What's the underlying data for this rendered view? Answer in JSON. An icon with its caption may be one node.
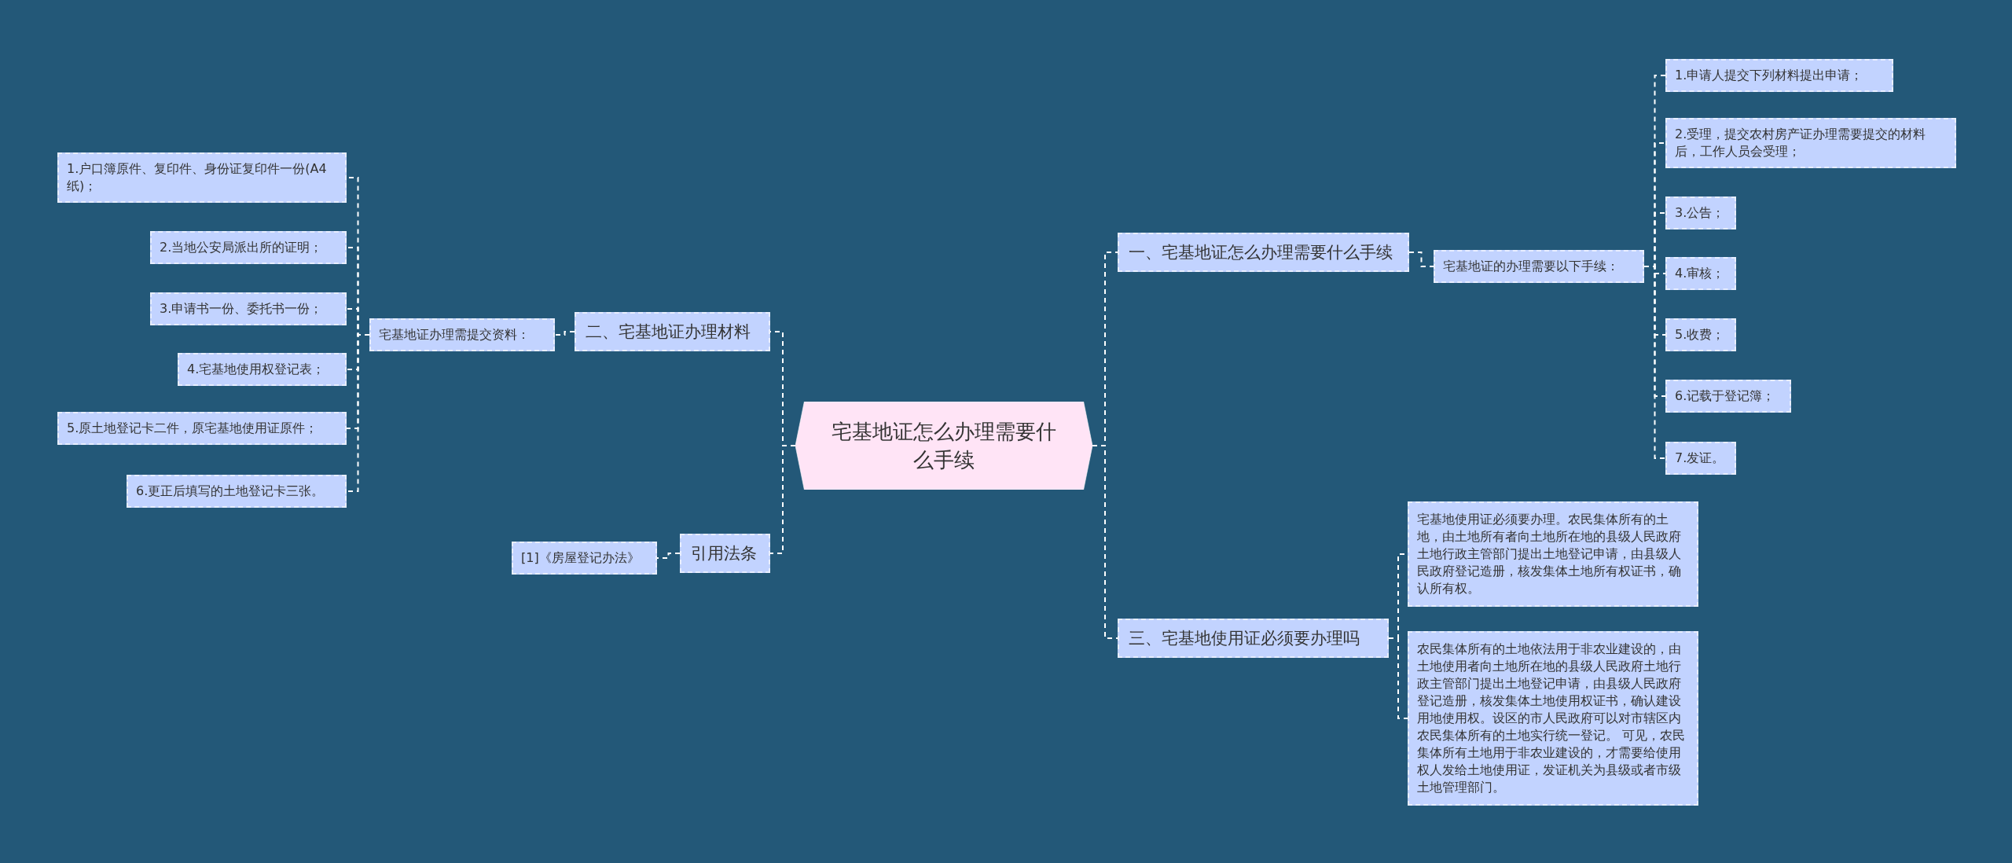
{
  "diagram": {
    "nodes": [
      {
        "text": [
          "宅基地证怎么办理需要什么手续"
        ]
      },
      {
        "text": [
          "一、宅基地证怎么办理需要什么手续"
        ]
      },
      {
        "text": [
          "宅基地证的办理需要以下手续："
        ]
      },
      {
        "text": [
          "1.申请人提交下列材料提出申请；"
        ]
      },
      {
        "text": [
          "2.受理，提交农村房产证办理需要提交的材料后，工作人员会受理；"
        ]
      },
      {
        "text": [
          "3.公告；"
        ]
      },
      {
        "text": [
          "4.审核；"
        ]
      },
      {
        "text": [
          "5.收费；"
        ]
      },
      {
        "text": [
          "6.记载于登记簿；"
        ]
      },
      {
        "text": [
          "7.发证。"
        ]
      },
      {
        "text": [
          "三、宅基地使用证必须要办理吗"
        ]
      },
      {
        "text": [
          "宅基地使用证必须要办理。农民集体所有的土地，由土地所有者向土地所在地的县级人民政府土地行政主管部门提出土地登记申请，由县级人民政府登记造册，核发集体土地所有权证书，确认所有权。"
        ]
      },
      {
        "text": [
          "农民集体所有的土地依法用于非农业建设的，由土地使用者向土地所在地的县级人民政府土地行政主管部门提出土地登记申请，由县级人民政府登记造册，核发集体土地使用权证书，确认建设用地使用权。设区的市人民政府可以对市辖区内农民集体所有的土地实行统一登记。 可见，农民集体所有土地用于非农业建设的，才需要给使用权人发给土地使用证，发证机关为县级或者市级土地管理部门。"
        ]
      },
      {
        "text": [
          "二、宅基地证办理材料"
        ]
      },
      {
        "text": [
          "宅基地证办理需提交资料："
        ]
      },
      {
        "text": [
          "1.户口簿原件、复印件、身份证复印件一份(A4纸)；"
        ]
      },
      {
        "text": [
          "2.当地公安局派出所的证明；"
        ]
      },
      {
        "text": [
          "3.申请书一份、委托书一份；"
        ]
      },
      {
        "text": [
          "4.宅基地使用权登记表；"
        ]
      },
      {
        "text": [
          "5.原土地登记卡二件，原宅基地使用证原件；"
        ]
      },
      {
        "text": [
          "6.更正后填写的土地登记卡三张。"
        ]
      },
      {
        "text": [
          "引用法条"
        ]
      },
      {
        "text": [
          "[1]《房屋登记办法》"
        ]
      }
    ],
    "edges": [
      {
        "from": 0,
        "to": 1,
        "arrow": "none",
        "style": "dashed"
      },
      {
        "from": 1,
        "to": 2,
        "arrow": "none",
        "style": "dashed"
      },
      {
        "from": 2,
        "to": 3,
        "arrow": "none",
        "style": "dashed"
      },
      {
        "from": 2,
        "to": 4,
        "arrow": "none",
        "style": "dashed"
      },
      {
        "from": 2,
        "to": 5,
        "arrow": "none",
        "style": "dashed"
      },
      {
        "from": 2,
        "to": 6,
        "arrow": "none",
        "style": "dashed"
      },
      {
        "from": 2,
        "to": 7,
        "arrow": "none",
        "style": "dashed"
      },
      {
        "from": 2,
        "to": 8,
        "arrow": "none",
        "style": "dashed"
      },
      {
        "from": 2,
        "to": 9,
        "arrow": "none",
        "style": "dashed"
      },
      {
        "from": 0,
        "to": 10,
        "arrow": "none",
        "style": "dashed"
      },
      {
        "from": 10,
        "to": 11,
        "arrow": "none",
        "style": "dashed"
      },
      {
        "from": 10,
        "to": 12,
        "arrow": "none",
        "style": "dashed"
      },
      {
        "from": 0,
        "to": 13,
        "arrow": "none",
        "style": "dashed"
      },
      {
        "from": 13,
        "to": 14,
        "arrow": "none",
        "style": "dashed"
      },
      {
        "from": 14,
        "to": 15,
        "arrow": "none",
        "style": "dashed"
      },
      {
        "from": 14,
        "to": 16,
        "arrow": "none",
        "style": "dashed"
      },
      {
        "from": 14,
        "to": 17,
        "arrow": "none",
        "style": "dashed"
      },
      {
        "from": 14,
        "to": 18,
        "arrow": "none",
        "style": "dashed"
      },
      {
        "from": 14,
        "to": 19,
        "arrow": "none",
        "style": "dashed"
      },
      {
        "from": 14,
        "to": 20,
        "arrow": "none",
        "style": "dashed"
      },
      {
        "from": 0,
        "to": 21,
        "arrow": "none",
        "style": "dashed"
      },
      {
        "from": 21,
        "to": 22,
        "arrow": "none",
        "style": "dashed"
      }
    ]
  }
}
